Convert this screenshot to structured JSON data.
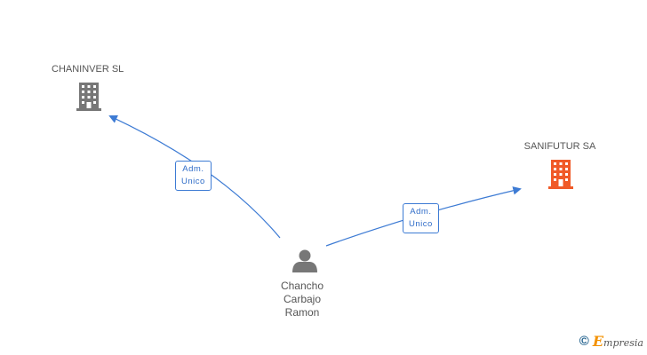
{
  "nodes": {
    "chaninver": {
      "name": "CHANINVER SL",
      "type": "company",
      "color": "#777777",
      "icon": "building-icon"
    },
    "sanifutur": {
      "name": "SANIFUTUR SA",
      "type": "company",
      "color": "#f05a28",
      "icon": "building-icon"
    },
    "person": {
      "name_lines": [
        "Chancho",
        "Carbajo",
        "Ramon"
      ],
      "type": "person",
      "color": "#777777",
      "icon": "person-icon"
    }
  },
  "edges": [
    {
      "from": "person",
      "to": "chaninver",
      "label_lines": [
        "Adm.",
        "Unico"
      ]
    },
    {
      "from": "person",
      "to": "sanifutur",
      "label_lines": [
        "Adm.",
        "Unico"
      ]
    }
  ],
  "colors": {
    "edge": "#3d7bd4",
    "label_text": "#555555"
  },
  "brand": {
    "copyright_symbol": "©",
    "initial": "E",
    "rest": "mpresia"
  }
}
